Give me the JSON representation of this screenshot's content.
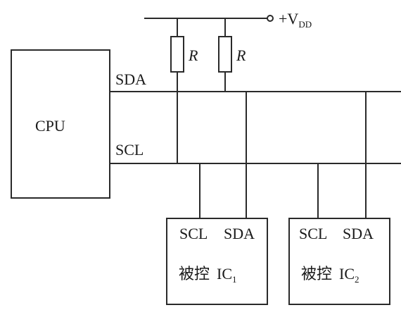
{
  "power": {
    "plus": "+",
    "v": "V",
    "v_sub": "DD"
  },
  "resistors": [
    {
      "label": "R"
    },
    {
      "label": "R"
    }
  ],
  "cpu": {
    "label": "CPU"
  },
  "buses": {
    "sda": "SDA",
    "scl": "SCL"
  },
  "devices": [
    {
      "scl_pin": "SCL",
      "sda_pin": "SDA",
      "name_prefix": "被控",
      "name_ic": "IC",
      "name_sub": "1"
    },
    {
      "scl_pin": "SCL",
      "sda_pin": "SDA",
      "name_prefix": "被控",
      "name_ic": "IC",
      "name_sub": "2"
    }
  ]
}
